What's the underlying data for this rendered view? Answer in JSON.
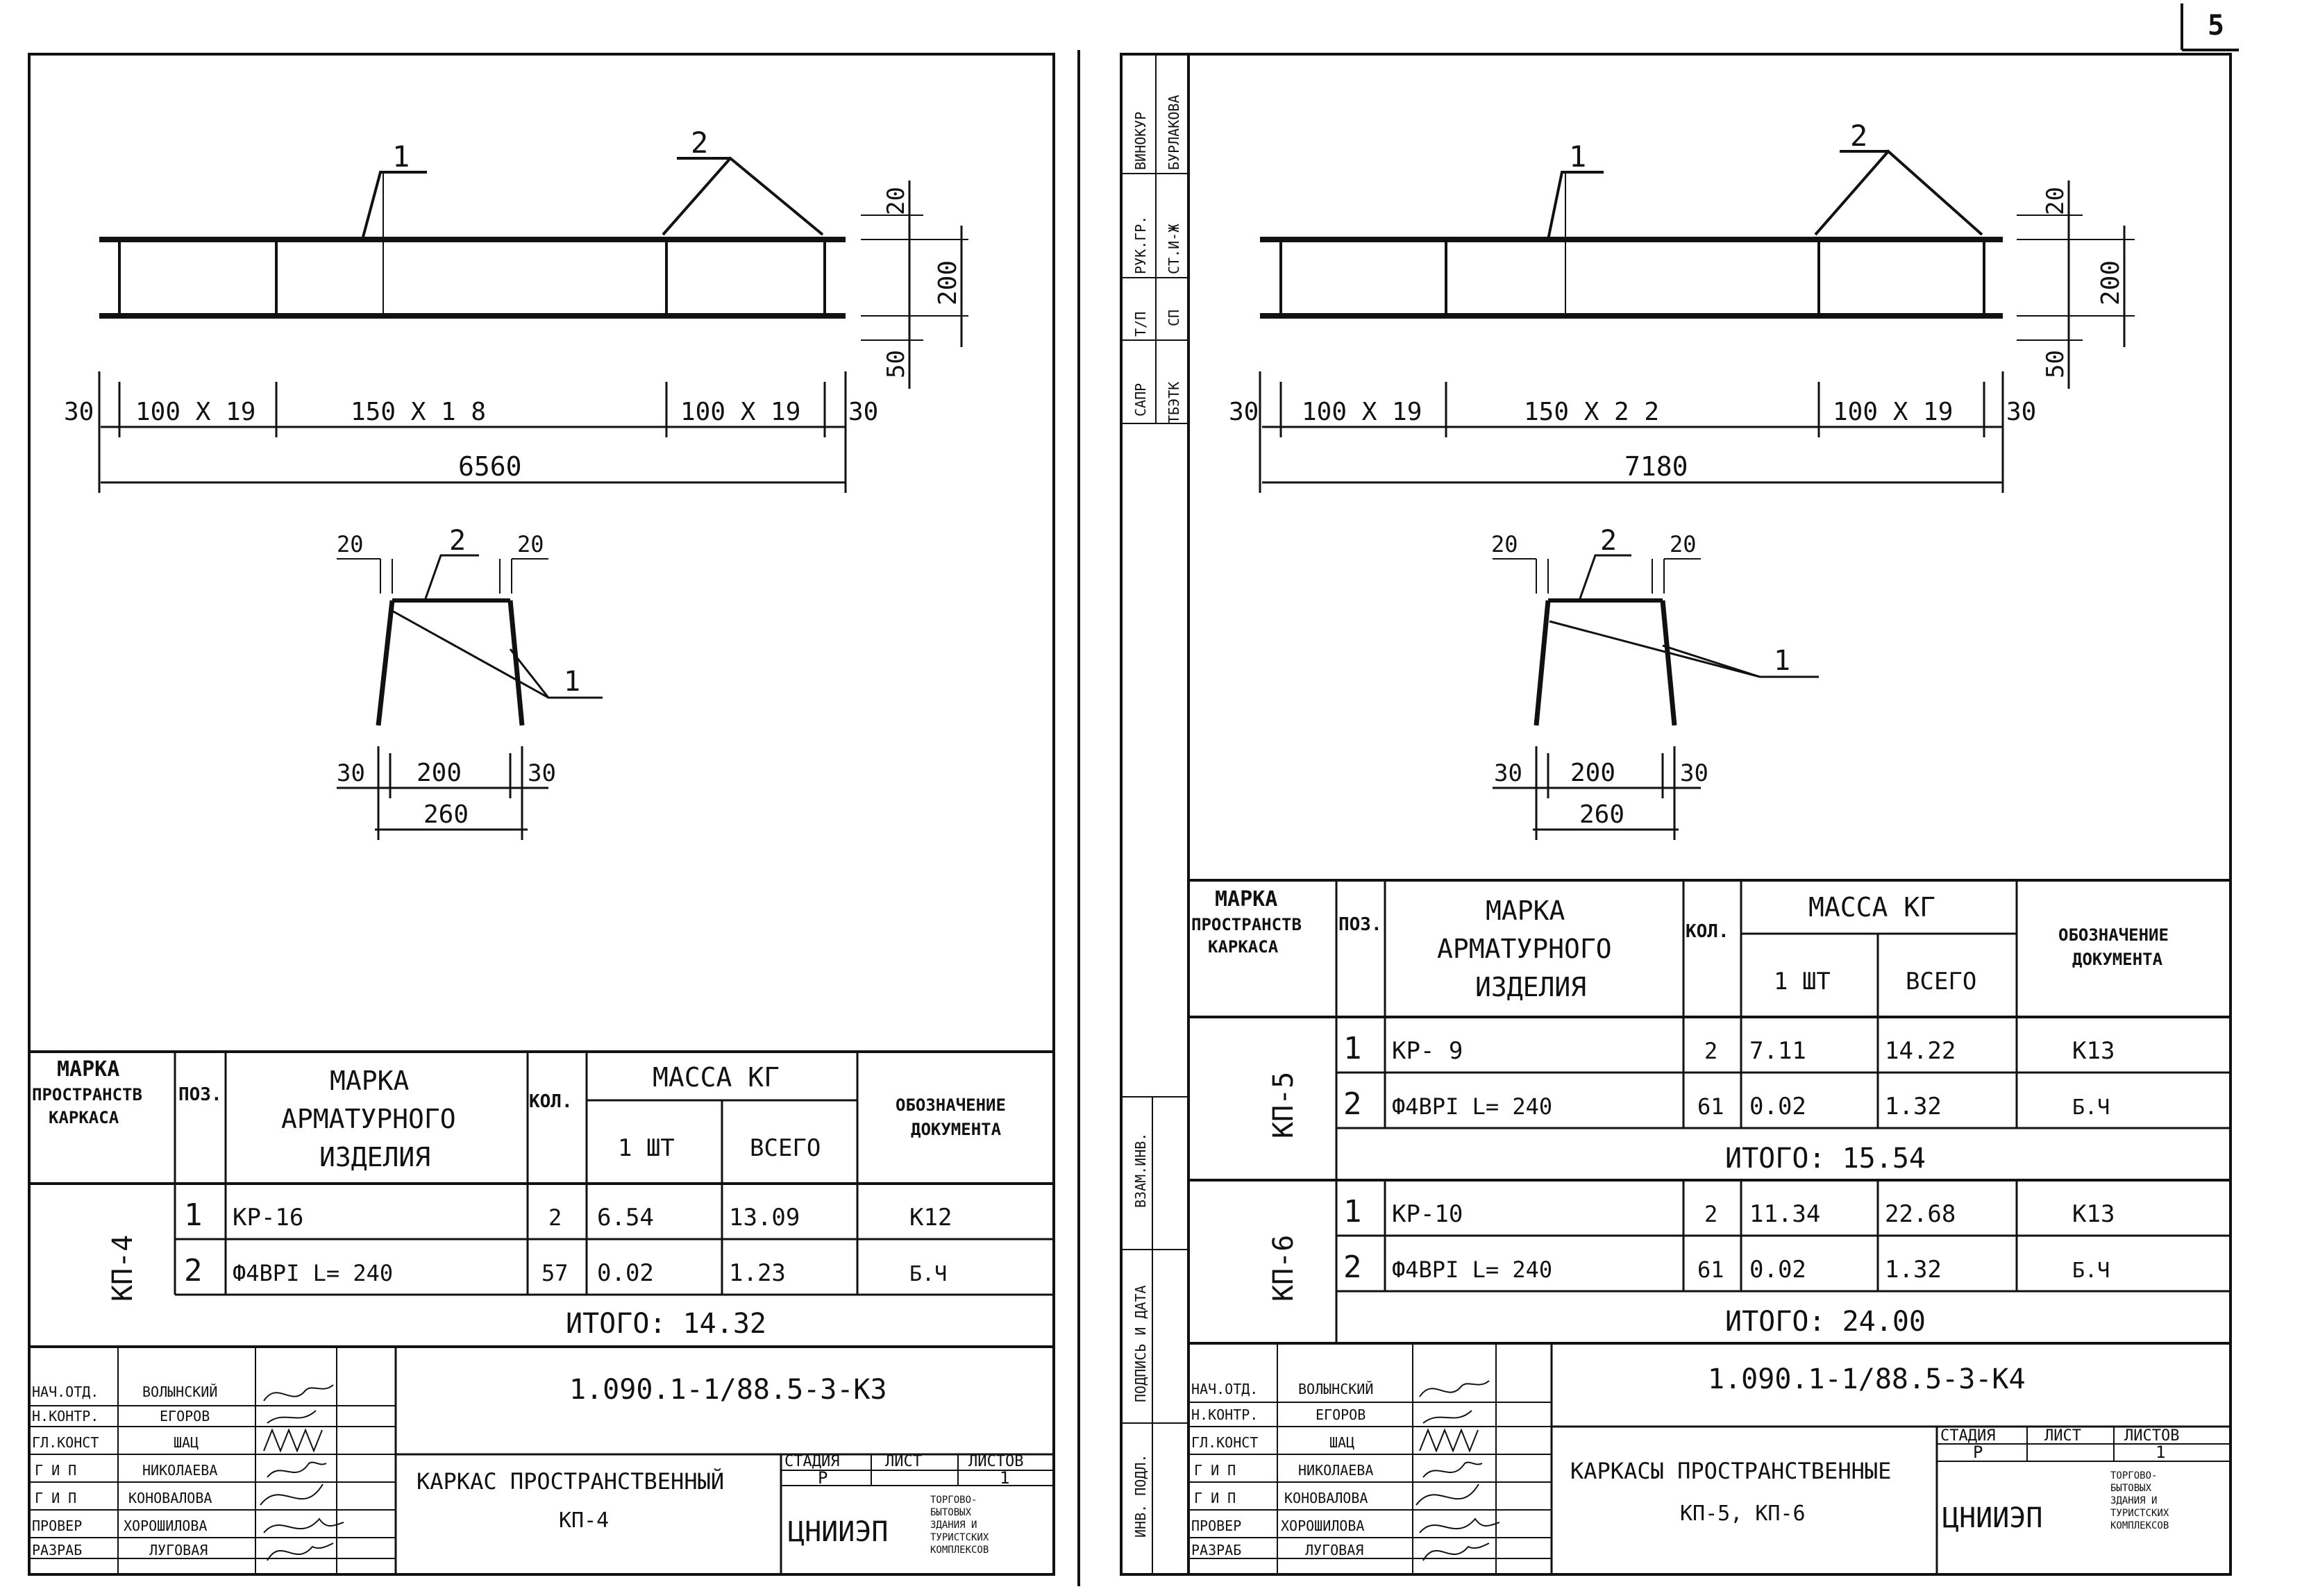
{
  "page_number": "5",
  "sheets": [
    {
      "label_1": "1",
      "label_2": "2",
      "dim_20": "20",
      "dim_200": "200",
      "dim_50": "50",
      "dim_30_left": "30",
      "dim_seg1": "100 X 19",
      "dim_seg2": "150  X  1 8",
      "dim_seg3": "100 X 19",
      "dim_30_right": "30",
      "dim_total": "6560",
      "sec_20_left": "20",
      "sec_20_right": "20",
      "sec_label_2": "2",
      "sec_label_1": "1",
      "sec_30_left": "30",
      "sec_200": "200",
      "sec_30_right": "30",
      "sec_260": "260",
      "table": {
        "h_marka_line1": "МАРКА",
        "h_marka_line2": "ПРОСТРАНСТВ",
        "h_marka_line3": "КАРКАСА",
        "h_poz": "ПОЗ.",
        "h_izd_line1": "МАРКА",
        "h_izd_line2": "АРМАТУРНОГО",
        "h_izd_line3": "ИЗДЕЛИЯ",
        "h_kol": "КОЛ.",
        "h_massa": "МАССА КГ",
        "h_1sht": "1 ШТ",
        "h_vsego": "ВСЕГО",
        "h_obozn_line1": "ОБОЗНАЧЕНИЕ",
        "h_obozn_line2": "ДОКУМЕНТА",
        "groups": [
          {
            "mark": "КП-4",
            "rows": [
              {
                "poz": "1",
                "izd": "КР-16",
                "kol": "2",
                "sht": "6.54",
                "vsego": "13.09",
                "doc": "К12"
              },
              {
                "poz": "2",
                "izd": "Ф4ВРI      L= 240",
                "kol": "57",
                "sht": "0.02",
                "vsego": "1.23",
                "doc": "Б.Ч"
              }
            ],
            "itogo": "ИТОГО:  14.32"
          }
        ]
      },
      "title_block": {
        "code": "1.090.1-1/88.5-3-К3",
        "roles": [
          "НАЧ.ОТД.",
          "Н.КОНТР.",
          "ГЛ.КОНСТ",
          "Г И П",
          "Г И П",
          "ПРОВЕР",
          "РАЗРАБ"
        ],
        "names": [
          "ВОЛЫНСКИЙ",
          "ЕГОРОВ",
          "ШАЦ",
          "НИКОЛАЕВА",
          "КОНОВАЛОВА",
          "ХОРОШИЛОВА",
          "ЛУГОВАЯ"
        ],
        "title_line1": "КАРКАС ПРОСТРАНСТВЕННЫЙ",
        "title_line2": "КП-4",
        "stadia_h": "СТАДИЯ",
        "list_h": "ЛИСТ",
        "listov_h": "ЛИСТОВ",
        "stadia": "Р",
        "list": "",
        "listov": "1",
        "org": "ЦНИИЭП",
        "org_note_1": "ТОРГОВО-",
        "org_note_2": "БЫТОВЫХ",
        "org_note_3": "ЗДАНИЯ И",
        "org_note_4": "ТУРИСТСКИХ",
        "org_note_5": "КОМПЛЕКСОВ"
      }
    },
    {
      "label_1": "1",
      "label_2": "2",
      "dim_20": "20",
      "dim_200": "200",
      "dim_50": "50",
      "dim_30_left": "30",
      "dim_seg1": "100 X 19",
      "dim_seg2": "150  X  2 2",
      "dim_seg3": "100 X 19",
      "dim_30_right": "30",
      "dim_total": "7180",
      "sec_20_left": "20",
      "sec_20_right": "20",
      "sec_label_2": "2",
      "sec_label_1": "1",
      "sec_30_left": "30",
      "sec_200": "200",
      "sec_30_right": "30",
      "sec_260": "260",
      "table": {
        "h_marka_line1": "МАРКА",
        "h_marka_line2": "ПРОСТРАНСТВ",
        "h_marka_line3": "КАРКАСА",
        "h_poz": "ПОЗ.",
        "h_izd_line1": "МАРКА",
        "h_izd_line2": "АРМАТУРНОГО",
        "h_izd_line3": "ИЗДЕЛИЯ",
        "h_kol": "КОЛ.",
        "h_massa": "МАССА КГ",
        "h_1sht": "1 ШТ",
        "h_vsego": "ВСЕГО",
        "h_obozn_line1": "ОБОЗНАЧЕНИЕ",
        "h_obozn_line2": "ДОКУМЕНТА",
        "groups": [
          {
            "mark": "КП-5",
            "rows": [
              {
                "poz": "1",
                "izd": "КР- 9",
                "kol": "2",
                "sht": "7.11",
                "vsego": "14.22",
                "doc": "К13"
              },
              {
                "poz": "2",
                "izd": "Ф4ВРI      L= 240",
                "kol": "61",
                "sht": "0.02",
                "vsego": "1.32",
                "doc": "Б.Ч"
              }
            ],
            "itogo": "ИТОГО:  15.54"
          },
          {
            "mark": "КП-6",
            "rows": [
              {
                "poz": "1",
                "izd": "КР-10",
                "kol": "2",
                "sht": "11.34",
                "vsego": "22.68",
                "doc": "К13"
              },
              {
                "poz": "2",
                "izd": "Ф4ВРI      L= 240",
                "kol": "61",
                "sht": "0.02",
                "vsego": "1.32",
                "doc": "Б.Ч"
              }
            ],
            "itogo": "ИТОГО:  24.00"
          }
        ]
      },
      "title_block": {
        "code": "1.090.1-1/88.5-3-К4",
        "roles": [
          "НАЧ.ОТД.",
          "Н.КОНТР.",
          "ГЛ.КОНСТ",
          "Г И П",
          "Г И П",
          "ПРОВЕР",
          "РАЗРАБ"
        ],
        "names": [
          "ВОЛЫНСКИЙ",
          "ЕГОРОВ",
          "ШАЦ",
          "НИКОЛАЕВА",
          "КОНОВАЛОВА",
          "ХОРОШИЛОВА",
          "ЛУГОВАЯ"
        ],
        "title_line1": "КАРКАСЫ ПРОСТРАНСТВЕННЫЕ",
        "title_line2": "КП-5, КП-6",
        "stadia_h": "СТАДИЯ",
        "list_h": "ЛИСТ",
        "listov_h": "ЛИСТОВ",
        "stadia": "Р",
        "list": "",
        "listov": "1",
        "org": "ЦНИИЭП",
        "org_note_1": "ТОРГОВО-",
        "org_note_2": "БЫТОВЫХ",
        "org_note_3": "ЗДАНИЯ И",
        "org_note_4": "ТУРИСТСКИХ",
        "org_note_5": "КОМПЛЕКСОВ"
      },
      "stamp_top": [
        "САПР",
        "ТБЭТК",
        "Т/П",
        "СП",
        "РУК.ГР.",
        "СТ.И-Ж",
        "ВИНОКУР",
        "БУРЛАКОВА"
      ],
      "margin_labels": [
        "ИНВ. ПОДЛ.",
        "ПОДПИСЬ И ДАТА",
        "ВЗАМ.ИНВ."
      ]
    }
  ]
}
